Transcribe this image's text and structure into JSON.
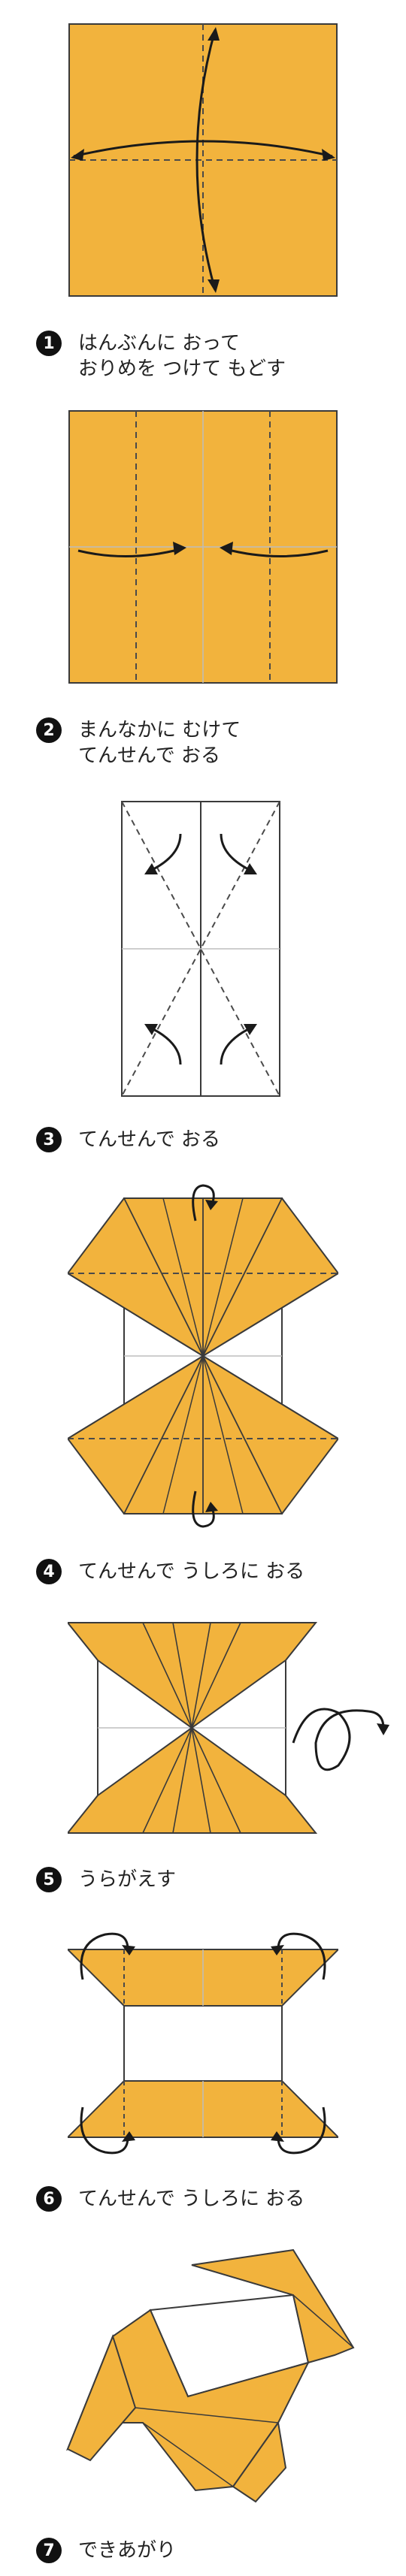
{
  "colors": {
    "paper": "#f2b33d",
    "edge": "#3a3a3a",
    "dash": "#4a4a4a",
    "crease": "#bdbdbd",
    "arrow": "#1a1a1a",
    "badge": "#111111"
  },
  "steps": [
    {
      "number": "1",
      "lines": [
        "はんぶんに おって",
        "おりめを つけて もどす"
      ]
    },
    {
      "number": "2",
      "lines": [
        "まんなかに むけて",
        "てんせんで おる"
      ]
    },
    {
      "number": "3",
      "lines": [
        "てんせんで おる"
      ]
    },
    {
      "number": "4",
      "lines": [
        "てんせんで うしろに おる"
      ]
    },
    {
      "number": "5",
      "lines": [
        "うらがえす"
      ]
    },
    {
      "number": "6",
      "lines": [
        "てんせんで うしろに おる"
      ]
    },
    {
      "number": "7",
      "lines": [
        "できあがり"
      ]
    }
  ]
}
